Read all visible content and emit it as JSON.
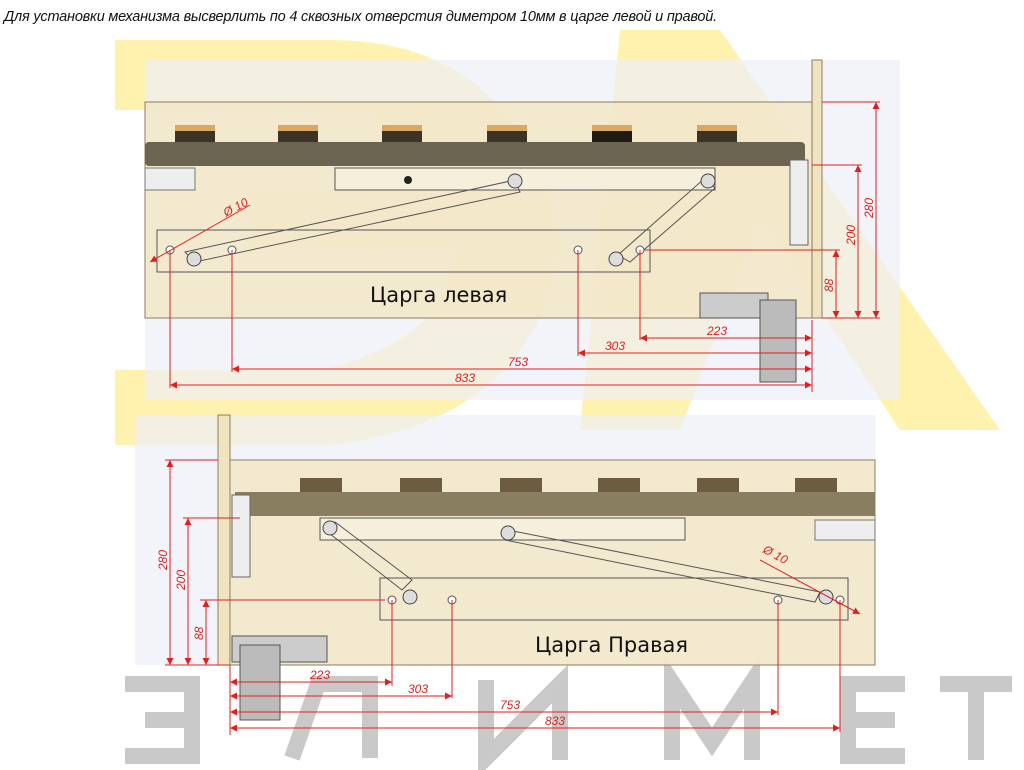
{
  "caption": "Для установки механизма высверлить по 4 сквозных отверстия диметром 10мм в царге левой и правой.",
  "watermark": [
    "Э",
    "Л",
    "И",
    "М",
    "Е",
    "Т"
  ],
  "colors": {
    "dimension": "#e0201e",
    "wood": "#f3e6c4",
    "metal": "#6b6450",
    "watermark_yellow": "#fff2a8",
    "watermark_gray": "#c9c9c9"
  },
  "top_view": {
    "label": "Царга левая",
    "hole_diameter": "Ø 10",
    "horizontal_dims": [
      "223",
      "303",
      "753",
      "833"
    ],
    "vertical_dims": [
      "88",
      "200",
      "280"
    ]
  },
  "bottom_view": {
    "label": "Царга Правая",
    "hole_diameter": "Ø 10",
    "horizontal_dims": [
      "223",
      "303",
      "753",
      "833"
    ],
    "vertical_dims": [
      "88",
      "200",
      "280"
    ]
  }
}
